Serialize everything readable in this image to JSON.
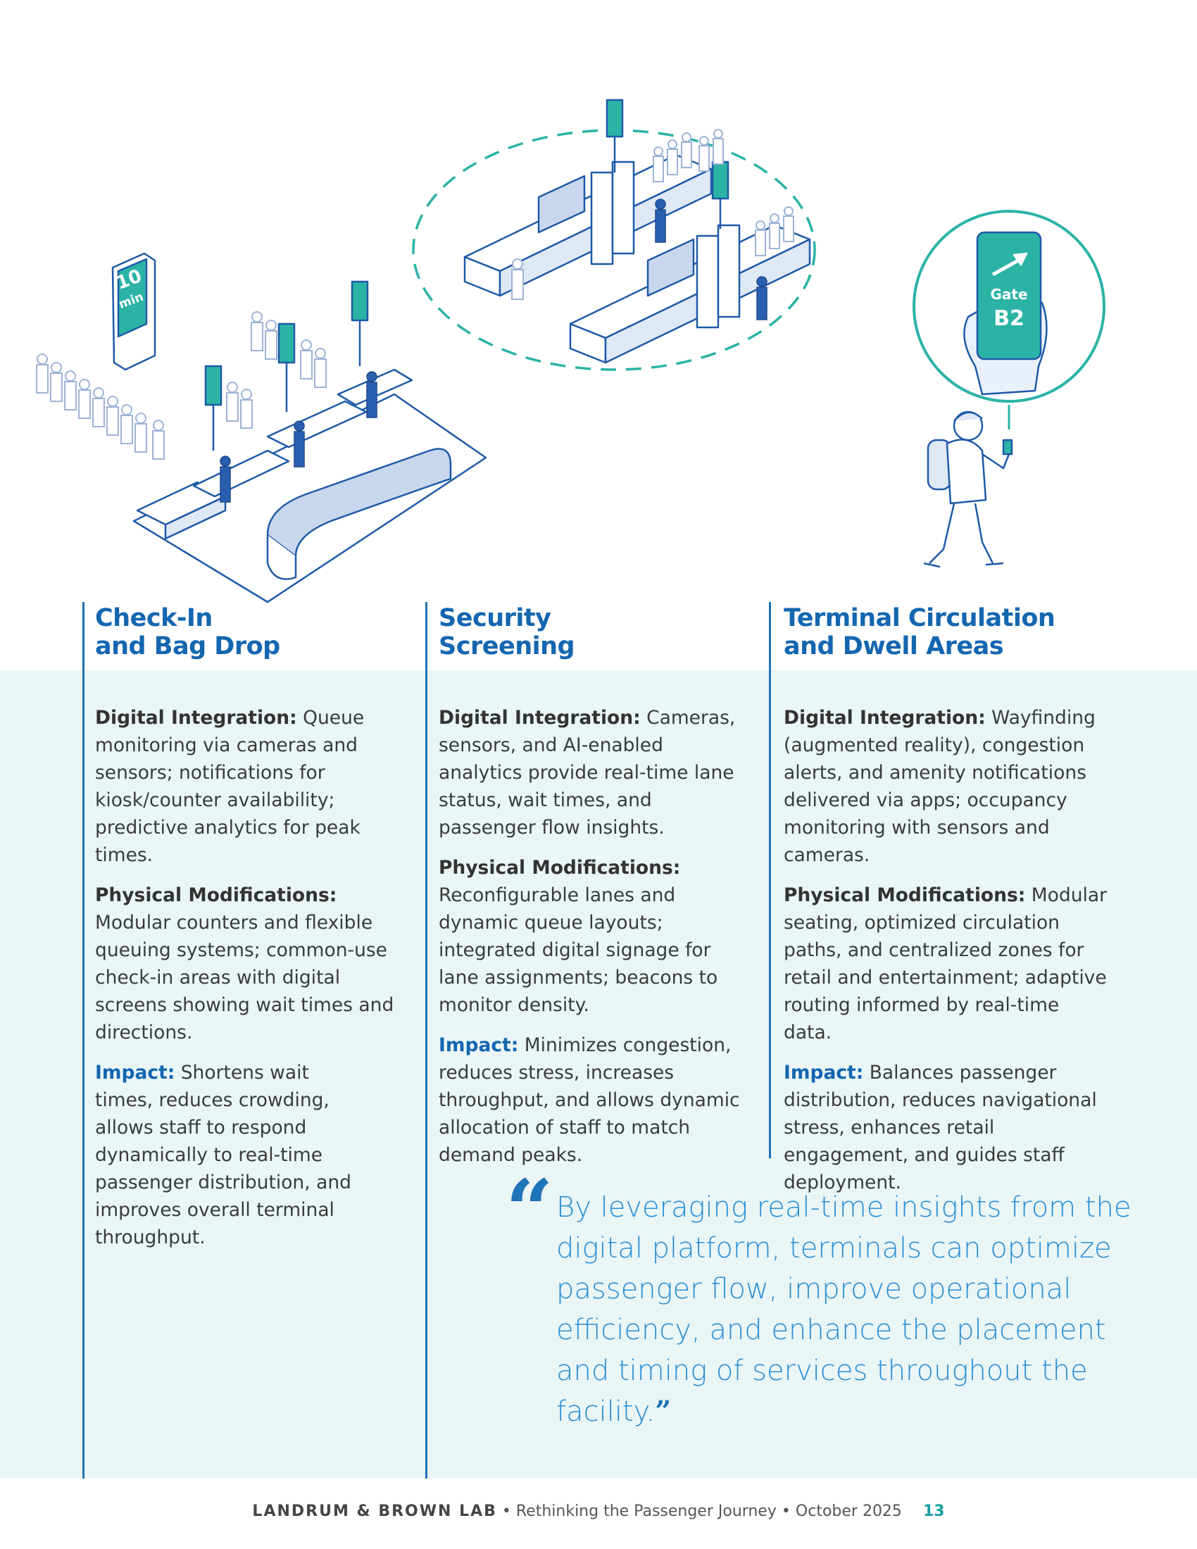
{
  "illustrations": {
    "queue_sign": {
      "line1": "10",
      "line2": "min"
    },
    "phone": {
      "label": "Gate",
      "gate": "B2"
    }
  },
  "columns": [
    {
      "title_line1": "Check-In",
      "title_line2": "and Bag Drop",
      "digital_label": "Digital Integration:",
      "digital_text": " Queue monitoring via cameras and sensors; notifications for kiosk/counter availability; predictive analytics for peak times.",
      "physical_label": "Physical Modifications:",
      "physical_text": " Modular counters and flexible queuing systems; common-use check-in areas with digital screens showing wait times and directions.",
      "impact_label": "Impact:",
      "impact_text": " Shortens wait times, reduces crowding, allows staff to respond dynamically to real-time passenger distribution, and improves overall terminal throughput."
    },
    {
      "title_line1": "Security",
      "title_line2": "Screening",
      "digital_label": "Digital Integration:",
      "digital_text": " Cameras, sensors, and AI-enabled analytics provide real-time lane status, wait times, and passenger flow insights.",
      "physical_label": "Physical Modifications:",
      "physical_text": " Reconfigurable lanes and dynamic queue layouts; integrated digital signage for lane assignments; beacons to monitor density.",
      "impact_label": "Impact:",
      "impact_text": " Minimizes congestion, reduces stress, increases throughput, and allows dynamic allocation of staff to match demand peaks."
    },
    {
      "title_line1": "Terminal Circulation",
      "title_line2": "and Dwell Areas",
      "digital_label": "Digital Integration:",
      "digital_text": " Wayfinding (augmented reality), congestion alerts, and amenity notifications delivered via apps; occupancy monitoring with sensors and cameras.",
      "physical_label": "Physical Modifications:",
      "physical_text": " Modular seating, optimized circulation paths, and centralized zones for retail and entertainment; adaptive routing informed by real-time data.",
      "impact_label": "Impact:",
      "impact_text": " Balances passenger distribution, reduces navigational stress, enhances retail engagement, and guides staff deployment."
    }
  ],
  "quote": {
    "open_mark": "“",
    "text": "By leveraging real-time insights from the digital platform, terminals can optimize passenger flow, improve operational efficiency, and enhance the placement and timing of services throughout the facility.",
    "close_mark": "”"
  },
  "footer": {
    "brand": "LANDRUM & BROWN LAB",
    "sep": " • ",
    "publication": "Rethinking the Passenger Journey",
    "date": "October 2025",
    "page": "13"
  },
  "colors": {
    "title_blue": "#1466b0",
    "teal": "#2bb3a6",
    "panel": "#eaf5f6",
    "quote_blue": "#2a8fd6"
  }
}
